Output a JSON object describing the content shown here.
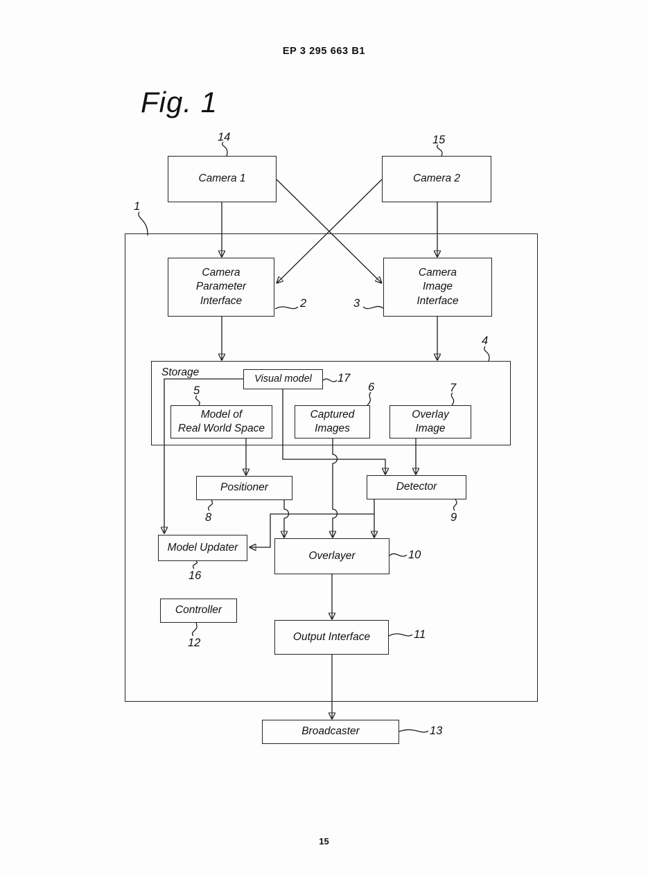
{
  "page": {
    "header": "EP 3 295 663 B1",
    "figure_label": "Fig. 1",
    "page_number": "15"
  },
  "blocks": {
    "camera1": {
      "label": "Camera 1",
      "ref": "14"
    },
    "camera2": {
      "label": "Camera 2",
      "ref": "15"
    },
    "system": {
      "ref": "1"
    },
    "camera_parameter_interface": {
      "label": "Camera\nParameter\nInterface",
      "ref": "2"
    },
    "camera_image_interface": {
      "label": "Camera\nImage\nInterface",
      "ref": "3"
    },
    "storage": {
      "label": "Storage",
      "ref": "4"
    },
    "visual_model": {
      "label": "Visual model",
      "ref": "17"
    },
    "model_of_real_world_space": {
      "label": "Model of\nReal World Space",
      "ref": "5"
    },
    "captured_images": {
      "label": "Captured\nImages",
      "ref": "6"
    },
    "overlay_image": {
      "label": "Overlay\nImage",
      "ref": "7"
    },
    "positioner": {
      "label": "Positioner",
      "ref": "8"
    },
    "detector": {
      "label": "Detector",
      "ref": "9"
    },
    "model_updater": {
      "label": "Model Updater",
      "ref": "16"
    },
    "overlayer": {
      "label": "Overlayer",
      "ref": "10"
    },
    "controller": {
      "label": "Controller",
      "ref": "12"
    },
    "output_interface": {
      "label": "Output Interface",
      "ref": "11"
    },
    "broadcaster": {
      "label": "Broadcaster",
      "ref": "13"
    }
  }
}
